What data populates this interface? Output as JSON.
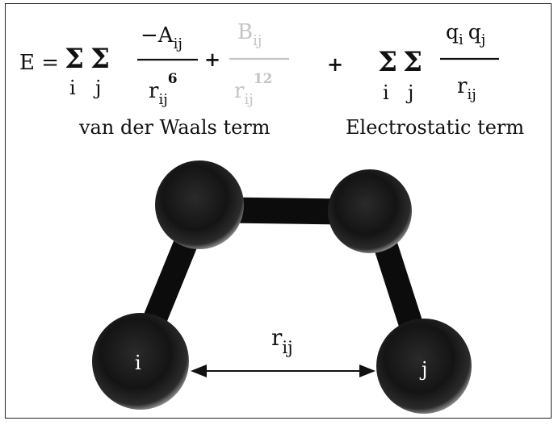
{
  "equation": {
    "lhs": "E =",
    "sum": "Σ",
    "idx_i": "i",
    "idx_j": "j",
    "plus": "+",
    "vdw": {
      "num1_prefix": "−A",
      "num1_sub": "ij",
      "den1_base": "r",
      "den1_sub": "ij",
      "den1_sup": "6",
      "num2_prefix": "B",
      "num2_sub": "ij",
      "den2_base": "r",
      "den2_sub": "ij",
      "den2_sup": "12",
      "label": "van der Waals term"
    },
    "elec": {
      "num_q1": "q",
      "num_q1_sub": "i",
      "num_q2": "q",
      "num_q2_sub": "j",
      "den_base": "r",
      "den_sub": "ij",
      "label": "Electrostatic term"
    }
  },
  "molecule": {
    "atom_i_label": "i",
    "atom_j_label": "j",
    "distance_base": "r",
    "distance_sub": "ij"
  },
  "colors": {
    "text": "#111111",
    "faded_term": "#c4c4c4",
    "atom": "#111111",
    "bond": "#0c0c0c"
  }
}
